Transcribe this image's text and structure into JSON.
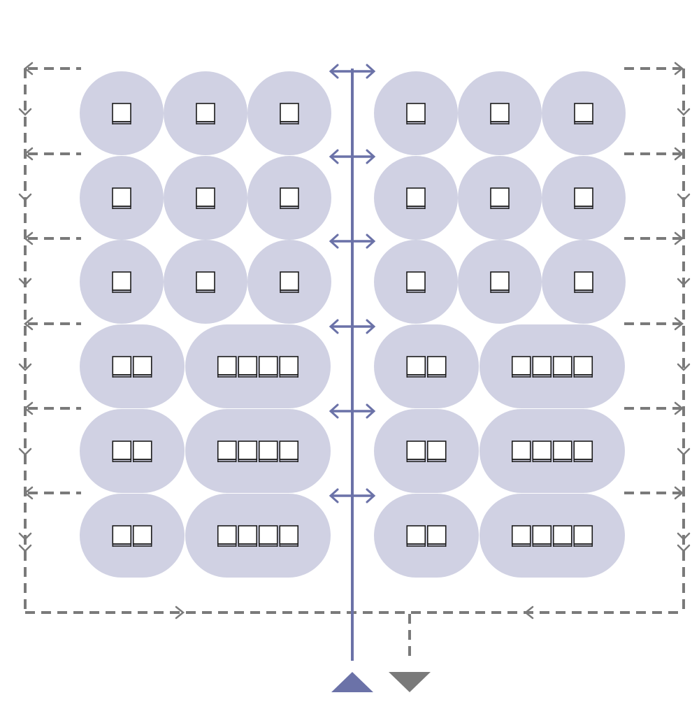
{
  "diagram": {
    "description_free": true,
    "colors": {
      "zone_fill": "#d0d1e3",
      "entry_path": "#6b72a8",
      "exit_path": "#7a7a7a",
      "seat_stroke": "#1a1a1a",
      "seat_fill": "#ffffff"
    },
    "left_block": {
      "rows": [
        {
          "zones": [
            1,
            1,
            1
          ]
        },
        {
          "zones": [
            1,
            1,
            1
          ]
        },
        {
          "zones": [
            1,
            1,
            1
          ]
        },
        {
          "zones": [
            2,
            4
          ]
        },
        {
          "zones": [
            2,
            4
          ]
        },
        {
          "zones": [
            2,
            4
          ]
        }
      ]
    },
    "right_block": {
      "rows": [
        {
          "zones": [
            1,
            1,
            1
          ]
        },
        {
          "zones": [
            1,
            1,
            1
          ]
        },
        {
          "zones": [
            1,
            1,
            1
          ]
        },
        {
          "zones": [
            2,
            4
          ]
        },
        {
          "zones": [
            2,
            4
          ]
        },
        {
          "zones": [
            2,
            4
          ]
        }
      ]
    },
    "icons": {
      "entry": "triangle-up-icon",
      "exit": "triangle-down-icon",
      "seat": "chair-icon"
    }
  }
}
